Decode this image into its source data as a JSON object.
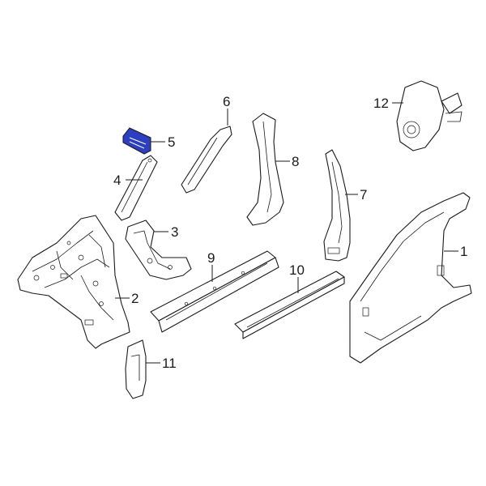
{
  "diagram": {
    "highlight_color": "#2b3fbf",
    "callouts": [
      {
        "id": "1",
        "label": "1"
      },
      {
        "id": "2",
        "label": "2"
      },
      {
        "id": "3",
        "label": "3"
      },
      {
        "id": "4",
        "label": "4"
      },
      {
        "id": "5",
        "label": "5"
      },
      {
        "id": "6",
        "label": "6"
      },
      {
        "id": "7",
        "label": "7"
      },
      {
        "id": "8",
        "label": "8"
      },
      {
        "id": "9",
        "label": "9"
      },
      {
        "id": "10",
        "label": "10"
      },
      {
        "id": "11",
        "label": "11"
      },
      {
        "id": "12",
        "label": "12"
      }
    ],
    "highlighted_part": "5"
  }
}
